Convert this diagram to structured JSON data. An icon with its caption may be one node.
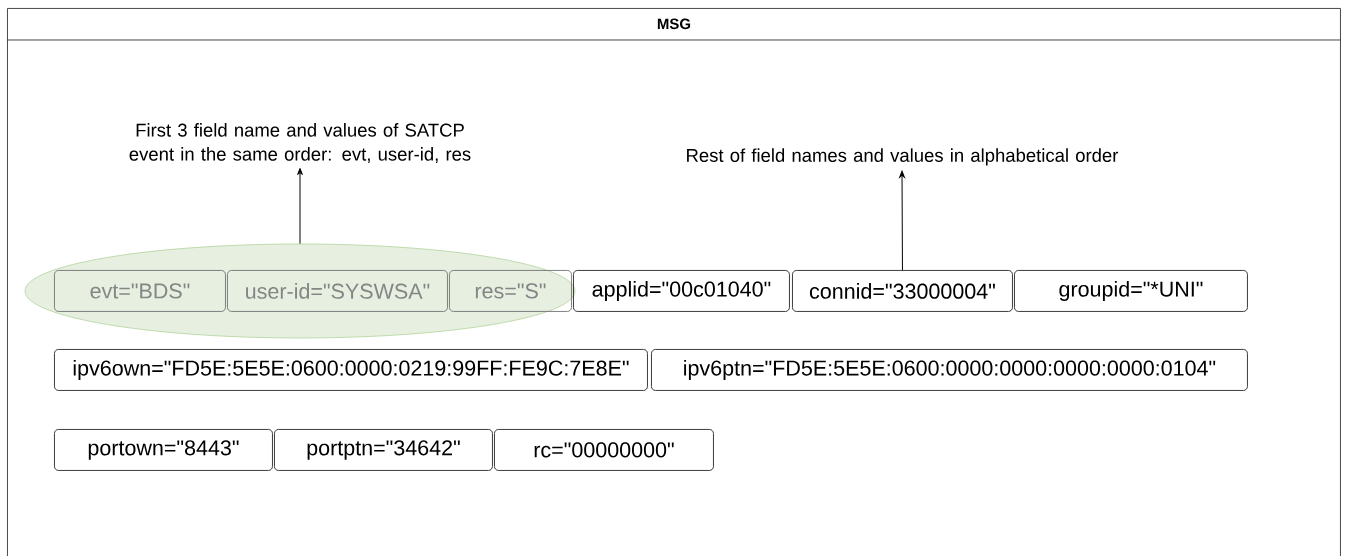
{
  "diagram": {
    "nodes": [
      {
        "text": [
          "MSG"
        ]
      },
      {
        "text": [
          "First 3 field name and values of SATCP event in the same order: evt, user-id, res"
        ],
        "in": 0
      },
      {
        "text": [
          "Rest of field names and values in alphabetical order"
        ],
        "in": 0
      },
      {
        "text": [],
        "shape": "ellipse",
        "in": 0
      },
      {
        "text": [
          "evt=\"BDS\""
        ],
        "in": 3
      },
      {
        "text": [
          "user-id=\"SYSWSA\""
        ],
        "in": 3
      },
      {
        "text": [
          "res=\"S\""
        ],
        "in": 3
      },
      {
        "text": [
          "applid=\"00c01040\""
        ],
        "in": 0
      },
      {
        "text": [
          "connid=\"33000004\""
        ],
        "in": 0
      },
      {
        "text": [
          "groupid=\"*UNI\""
        ],
        "in": 0
      },
      {
        "text": [
          "ipv6own=\"FD5E:5E5E:0600:0000:0219:99FF:FE9C:7E8E\""
        ],
        "in": 0
      },
      {
        "text": [
          "ipv6ptn=\"FD5E:5E5E:0600:0000:0000:0000:0000:0104\""
        ],
        "in": 0
      },
      {
        "text": [
          "portown=\"8443\""
        ],
        "in": 0
      },
      {
        "text": [
          "portptn=\"34642\""
        ],
        "in": 0
      },
      {
        "text": [
          "rc=\"00000000\""
        ],
        "in": 0
      }
    ],
    "edges": [
      {
        "from": 3,
        "to": 1,
        "arrow": "to"
      },
      {
        "from": 8,
        "to": 2,
        "arrow": "to"
      }
    ]
  }
}
